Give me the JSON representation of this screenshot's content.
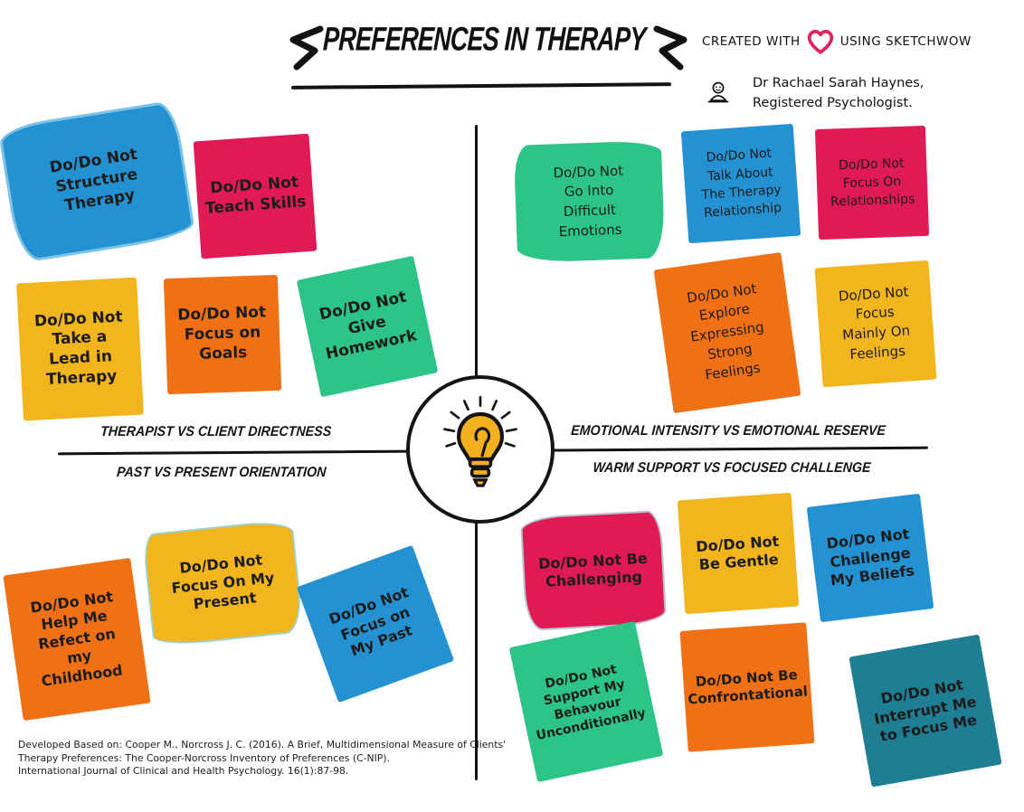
{
  "title": {
    "text": "PREFERENCES IN THERAPY"
  },
  "credit": {
    "created_with": "CREATED WITH",
    "using_sketchwow": "USING SKETCHWOW",
    "heart_color": "#e0245e",
    "author": "Dr Rachael Sarah Haynes,\nRegistered Psychologist."
  },
  "axes": {
    "top_left_label": "THERAPIST VS CLIENT DIRECTNESS",
    "bottom_left_label": "PAST VS PRESENT ORIENTATION",
    "top_right_label": "EMOTIONAL INTENSITY VS EMOTIONAL RESERVE",
    "bottom_right_label": "WARM SUPPORT VS FOCUSED CHALLENGE"
  },
  "center": {
    "icon": "lightbulb-icon",
    "bulb_color": "#f2b01e",
    "outline_color": "#141414"
  },
  "colors": {
    "blue": "#2492d2",
    "crimson": "#e01a54",
    "yellow": "#f2b51d",
    "orange": "#f07115",
    "green": "#2dc487",
    "teal": "#1f7e94",
    "line": "#121212"
  },
  "notes": [
    {
      "quadrant": "top-left",
      "text": "Do/Do Not\nStructure\nTherapy",
      "color": "#2492d2",
      "border": "#7cc3e8"
    },
    {
      "quadrant": "top-left",
      "text": "Do/Do Not\nTeach Skills",
      "color": "#e01a54"
    },
    {
      "quadrant": "top-left",
      "text": "Do/Do Not\nTake a\nLead in\nTherapy",
      "color": "#f2b51d"
    },
    {
      "quadrant": "top-left",
      "text": "Do/Do Not\nFocus on\nGoals",
      "color": "#f07115"
    },
    {
      "quadrant": "top-left",
      "text": "Do/Do Not\nGive\nHomework",
      "color": "#2dc487"
    },
    {
      "quadrant": "top-right",
      "text": "Do/Do Not\nGo Into\nDifficult\nEmotions",
      "color": "#2dc487"
    },
    {
      "quadrant": "top-right",
      "text": "Do/Do Not\nTalk About\nThe Therapy\nRelationship",
      "color": "#2492d2"
    },
    {
      "quadrant": "top-right",
      "text": "Do/Do Not\nFocus On\nRelationships",
      "color": "#e01a54"
    },
    {
      "quadrant": "top-right",
      "text": "Do/Do Not\nExplore\nExpressing\nStrong\nFeelings",
      "color": "#f07115"
    },
    {
      "quadrant": "top-right",
      "text": "Do/Do Not\nFocus\nMainly On\nFeelings",
      "color": "#f2b51d"
    },
    {
      "quadrant": "bottom-left",
      "text": "Do/Do Not\nHelp Me\nRefect on\nmy\nChildhood",
      "color": "#f07115"
    },
    {
      "quadrant": "bottom-left",
      "text": "Do/Do Not\nFocus On My\nPresent",
      "color": "#f2b51d",
      "border": "#9fd0c9"
    },
    {
      "quadrant": "bottom-left",
      "text": "Do/Do Not\nFocus on\nMy Past",
      "color": "#2492d2"
    },
    {
      "quadrant": "bottom-right",
      "text": "Do/Do Not Be\nChallenging",
      "color": "#e01a54",
      "border": "#b9c3ce"
    },
    {
      "quadrant": "bottom-right",
      "text": "Do/Do Not\nBe Gentle",
      "color": "#f2b51d"
    },
    {
      "quadrant": "bottom-right",
      "text": "Do/Do Not\nChallenge\nMy Beliefs",
      "color": "#2492d2"
    },
    {
      "quadrant": "bottom-right",
      "text": "Do/Do Not\nSupport My\nBehavour\nUnconditionally",
      "color": "#2dc487"
    },
    {
      "quadrant": "bottom-right",
      "text": "Do/Do Not Be\nConfrontational",
      "color": "#f07115"
    },
    {
      "quadrant": "bottom-right",
      "text": "Do/Do Not\nInterrupt Me\nto Focus Me",
      "color": "#1f7e94"
    }
  ],
  "citation": "Developed Based on: Cooper M., Norcross J. C. (2016). A Brief, Multidimensional Measure of Clients'\nTherapy Preferences: The Cooper-Norcross Inventory of Preferences (C-NIP).\nInternational Journal of Clinical and Health Psychology. 16(1):87-98."
}
